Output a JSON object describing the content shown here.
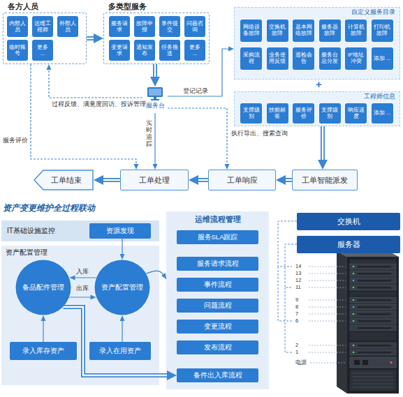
{
  "diagram": {
    "nodes": [
      {
        "text": [
          "各方人员"
        ]
      },
      {
        "text": [
          "内部人员"
        ],
        "in": 0
      },
      {
        "text": [
          "运维工程师"
        ],
        "in": 0
      },
      {
        "text": [
          "外部人员"
        ],
        "in": 0
      },
      {
        "text": [
          "临时账号"
        ],
        "in": 0
      },
      {
        "text": [
          "更多 ..."
        ],
        "in": 0
      },
      {
        "text": [
          "多类型服务"
        ]
      },
      {
        "text": [
          "服务请求"
        ],
        "in": 6
      },
      {
        "text": [
          "故障申报"
        ],
        "in": 6
      },
      {
        "text": [
          "事件提交"
        ],
        "in": 6
      },
      {
        "text": [
          "问题咨询"
        ],
        "in": 6
      },
      {
        "text": [
          "变更请求"
        ],
        "in": 6
      },
      {
        "text": [
          "通知发布"
        ],
        "in": 6
      },
      {
        "text": [
          "任务推送"
        ],
        "in": 6
      },
      {
        "text": [
          "更多 ..."
        ],
        "in": 6
      },
      {
        "text": [
          "自定义服务目录"
        ]
      },
      {
        "text": [
          "网络设备故障"
        ],
        "in": 15
      },
      {
        "text": [
          "交换机故障"
        ],
        "in": 15
      },
      {
        "text": [
          "基本网络故障"
        ],
        "in": 15
      },
      {
        "text": [
          "服务器故障"
        ],
        "in": 15
      },
      {
        "text": [
          "计算机故障"
        ],
        "in": 15
      },
      {
        "text": [
          "打印机故障"
        ],
        "in": 15
      },
      {
        "text": [
          "采购流程"
        ],
        "in": 15
      },
      {
        "text": [
          "业务使用反馈"
        ],
        "in": 15
      },
      {
        "text": [
          "巡检会告"
        ],
        "in": 15
      },
      {
        "text": [
          "服务台总分发"
        ],
        "in": 15
      },
      {
        "text": [
          "IP地址冲突"
        ],
        "in": 15
      },
      {
        "text": [
          "添加 ..."
        ],
        "in": 15
      },
      {
        "text": [
          "服务台"
        ]
      },
      {
        "text": [
          "工程师信息"
        ]
      },
      {
        "text": [
          "支撑级别"
        ],
        "in": 29
      },
      {
        "text": [
          "技能标签"
        ],
        "in": 29
      },
      {
        "text": [
          "服务评价"
        ],
        "in": 29
      },
      {
        "text": [
          "支撑级别"
        ],
        "in": 29
      },
      {
        "text": [
          "响应速度"
        ],
        "in": 29
      },
      {
        "text": [
          "添加 ..."
        ],
        "in": 29
      },
      {
        "text": [
          "工单结束"
        ]
      },
      {
        "text": [
          "工单处理"
        ]
      },
      {
        "text": [
          "工单响应"
        ]
      },
      {
        "text": [
          "工单智能派发"
        ]
      },
      {
        "text": [
          "IT基础设施监控"
        ]
      },
      {
        "text": [
          "资源发现"
        ],
        "in": 40
      },
      {
        "text": [
          "资产配置管理"
        ]
      },
      {
        "text": [
          "备品配件管理"
        ],
        "in": 42
      },
      {
        "text": [
          "资产配置管理"
        ],
        "in": 42
      },
      {
        "text": [
          "录入库存资产"
        ],
        "in": 42
      },
      {
        "text": [
          "录入在用资产"
        ],
        "in": 42
      },
      {
        "text": [
          "运维流程管理"
        ]
      },
      {
        "text": [
          "服务SLA跟踪"
        ],
        "in": 47
      },
      {
        "text": [
          "服务请求流程"
        ],
        "in": 47
      },
      {
        "text": [
          "事件流程"
        ],
        "in": 47
      },
      {
        "text": [
          "问题流程"
        ],
        "in": 47
      },
      {
        "text": [
          "变更流程"
        ],
        "in": 47
      },
      {
        "text": [
          "发布流程"
        ],
        "in": 47
      },
      {
        "text": [
          "备件出入库流程"
        ],
        "in": 47
      },
      {
        "text": [
          "交换机"
        ]
      },
      {
        "text": [
          "服务器"
        ]
      }
    ],
    "edges": [
      {
        "from": 0,
        "to": 6,
        "arrow": "to"
      },
      {
        "from": 6,
        "to": 28,
        "arrow": "to"
      },
      {
        "from": 28,
        "to": 0,
        "label": "过程反馈、满意度回访、投诉管理",
        "arrow": "to"
      },
      {
        "from": 28,
        "to": 15,
        "label": "登记记录",
        "arrow": "to"
      },
      {
        "from": 28,
        "to": 37,
        "label": "实时追踪",
        "arrow": "to"
      },
      {
        "from": 28,
        "to": 38,
        "label": "执行导出、搜索查询",
        "arrow": "to"
      },
      {
        "from": 0,
        "to": 37,
        "label": "服务评价",
        "arrow": "to"
      },
      {
        "from": 29,
        "to": 39,
        "arrow": "to"
      },
      {
        "from": 39,
        "to": 38,
        "arrow": "to"
      },
      {
        "from": 38,
        "to": 37,
        "arrow": "to"
      },
      {
        "from": 37,
        "to": 36,
        "arrow": "to"
      },
      {
        "from": 41,
        "to": 44,
        "arrow": "to"
      },
      {
        "from": 44,
        "to": 43,
        "label": "入库",
        "arrow": "to"
      },
      {
        "from": 43,
        "to": 44,
        "label": "出库",
        "arrow": "to"
      },
      {
        "from": 45,
        "to": 43,
        "arrow": "to"
      },
      {
        "from": 46,
        "to": 44,
        "arrow": "to"
      },
      {
        "from": 44,
        "to": 47,
        "arrow": "to"
      },
      {
        "from": 43,
        "to": 54,
        "arrow": "to"
      }
    ],
    "labels": [
      "+",
      "资产变更维护全过程联动",
      "14",
      "13",
      "12",
      "11",
      "9",
      "8",
      "7",
      "6",
      "2",
      "1",
      "电源"
    ]
  }
}
